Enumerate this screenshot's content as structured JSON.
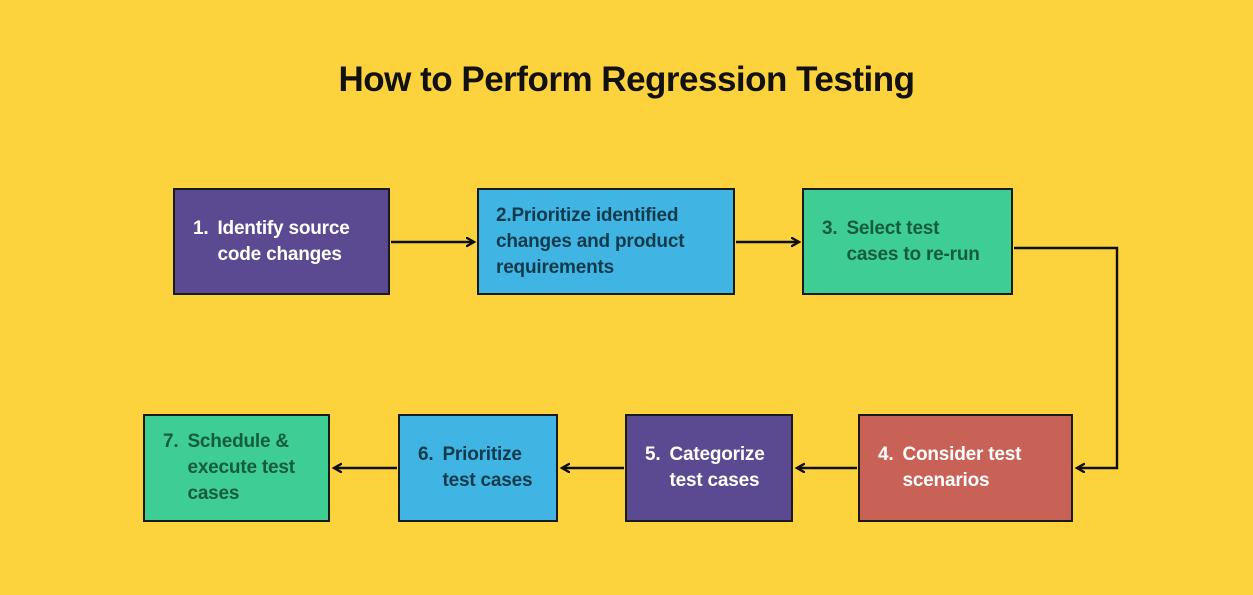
{
  "title": "How to Perform Regression Testing",
  "colors": {
    "background": "#FCD33D",
    "purple": "#5B4A91",
    "blue": "#40B5E4",
    "green": "#3ECD92",
    "red": "#C86156",
    "border": "#1A1A1A",
    "arrow": "#0E0E0E",
    "title": "#111111",
    "text_light": "#FFFFFF",
    "text_on_blue": "#113A4B",
    "text_on_green": "#155C3D"
  },
  "flow": {
    "steps": [
      {
        "id": 1,
        "marker": "1.",
        "text": "Identify source code changes",
        "color": "purple"
      },
      {
        "id": 2,
        "marker": "",
        "text": "2.Prioritize identified changes and product requirements",
        "color": "blue"
      },
      {
        "id": 3,
        "marker": "3.",
        "text": "Select test cases to re-run",
        "color": "green"
      },
      {
        "id": 4,
        "marker": "4.",
        "text": "Consider test scenarios",
        "color": "red"
      },
      {
        "id": 5,
        "marker": "5.",
        "text": "Categorize test cases",
        "color": "purple"
      },
      {
        "id": 6,
        "marker": "6.",
        "text": "Prioritize test cases",
        "color": "blue"
      },
      {
        "id": 7,
        "marker": "7.",
        "text": "Schedule & execute test cases",
        "color": "green"
      }
    ],
    "connections": [
      {
        "from": 1,
        "to": 2
      },
      {
        "from": 2,
        "to": 3
      },
      {
        "from": 3,
        "to": 4
      },
      {
        "from": 4,
        "to": 5
      },
      {
        "from": 5,
        "to": 6
      },
      {
        "from": 6,
        "to": 7
      }
    ]
  }
}
